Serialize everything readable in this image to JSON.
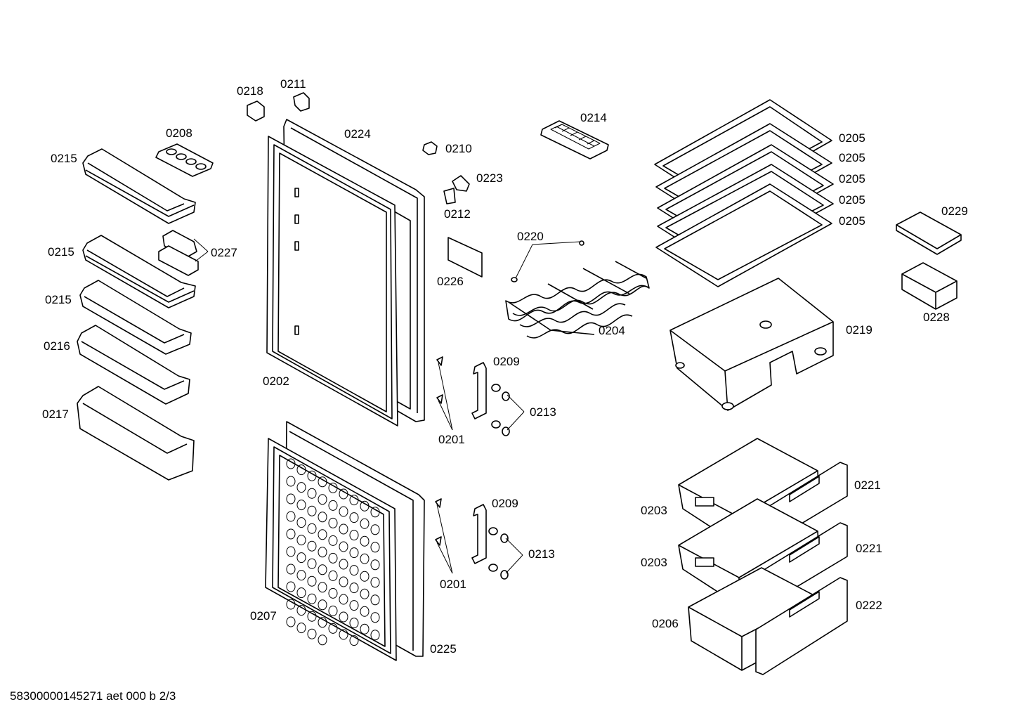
{
  "labels": {
    "p0218": "0218",
    "p0211": "0211",
    "p0224": "0224",
    "p0208": "0208",
    "p0215a": "0215",
    "p0215b": "0215",
    "p0215c": "0215",
    "p0227": "0227",
    "p0216": "0216",
    "p0217": "0217",
    "p0202": "0202",
    "p0210": "0210",
    "p0223": "0223",
    "p0212": "0212",
    "p0226": "0226",
    "p0214": "0214",
    "p0220": "0220",
    "p0204": "0204",
    "p0205a": "0205",
    "p0205b": "0205",
    "p0205c": "0205",
    "p0205d": "0205",
    "p0205e": "0205",
    "p0229": "0229",
    "p0228": "0228",
    "p0219": "0219",
    "p0209a": "0209",
    "p0213a": "0213",
    "p0201a": "0201",
    "p0209b": "0209",
    "p0213b": "0213",
    "p0201b": "0201",
    "p0207": "0207",
    "p0225": "0225",
    "p0221a": "0221",
    "p0221b": "0221",
    "p0203a": "0203",
    "p0203b": "0203",
    "p0206": "0206",
    "p0222": "0222"
  },
  "footer": "58300000145271 aet 000 b 2/3"
}
